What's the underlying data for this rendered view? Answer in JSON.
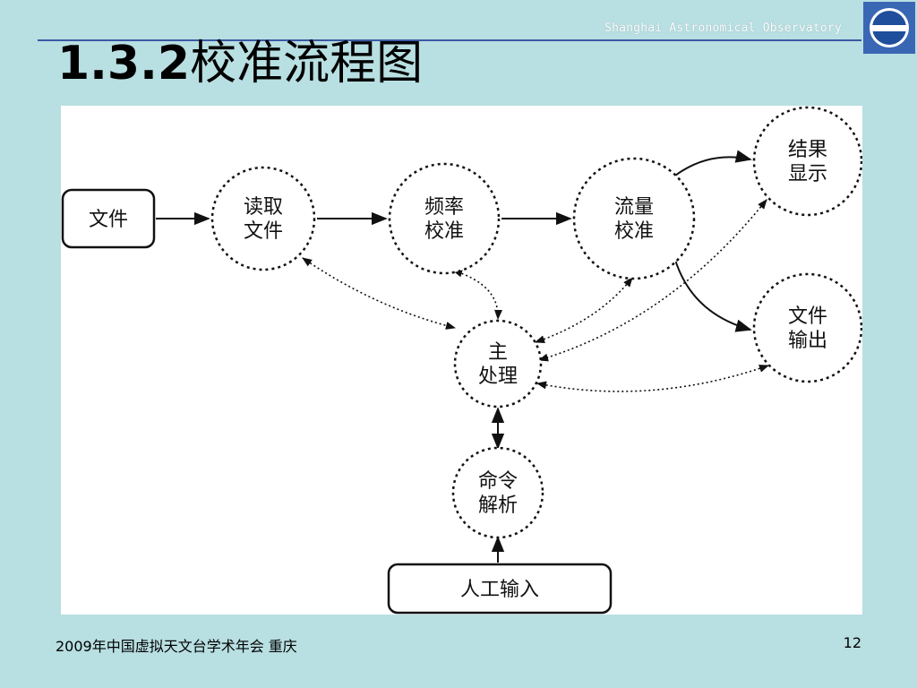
{
  "header": {
    "org_name": "Shanghai Astronomical Observatory",
    "title_number": "1.3.2",
    "title_text": "校准流程图"
  },
  "diagram": {
    "nodes": {
      "file_in": "文件",
      "read_file": [
        "读取",
        "文件"
      ],
      "freq_cal": [
        "频率",
        "校准"
      ],
      "flux_cal": [
        "流量",
        "校准"
      ],
      "result_display": [
        "结果",
        "显示"
      ],
      "file_output": [
        "文件",
        "输出"
      ],
      "main_process": [
        "主",
        "处理"
      ],
      "cmd_parse": [
        "命令",
        "解析"
      ],
      "manual_input": "人工输入"
    }
  },
  "footer": {
    "event": "2009年中国虚拟天文台学术年会 重庆",
    "page_number": "12"
  },
  "colors": {
    "background": "#b8dfe2",
    "rule": "#3c5aa6",
    "logo_blue": "#3a67b4"
  }
}
